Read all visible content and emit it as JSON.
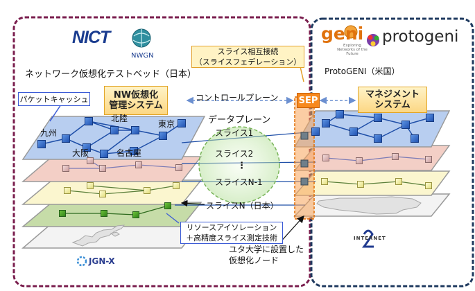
{
  "japan": {
    "title": "ネットワーク仮想化テストベッド（日本）",
    "nict_logo": "NICT",
    "nwgn_logo": "NWGN",
    "jgn_logo": "JGN-X",
    "mgmt_box": {
      "line1": "NW仮想化",
      "line2": "管理システム"
    },
    "cities": {
      "kyushu": "九州",
      "hokuriku": "北陸",
      "tokyo": "東京",
      "osaka": "大阪",
      "nagoya": "名古屋"
    },
    "packet_cache": "パケットキャッシュ"
  },
  "us": {
    "title": "ProtoGENI（米国）",
    "geni_logo": "geni",
    "geni_tagline": "Exploring Networks of the Future",
    "protogeni_logo": "protogeni",
    "internet2_logo": "INTERNET",
    "mgmt_box": {
      "line1": "マネジメント",
      "line2": "システム"
    }
  },
  "center": {
    "control_plane": "コントロールプレーン",
    "data_plane": "データプレーン",
    "slice1": "スライス1",
    "slice2": "スライス2",
    "ellipsis": "⋮",
    "sliceN1": "スライスN-1",
    "sliceN": "スライスN（日本）",
    "sep": "SEP",
    "federation": {
      "line1": "スライス相互接続",
      "line2": "（スライスフェデレーション）"
    },
    "resource_iso": {
      "line1": "リソースアイソレーション",
      "line2": "＋高精度スライス測定技術"
    },
    "utah_node": {
      "line1": "ユタ大学に設置した",
      "line2": "仮想化ノード"
    }
  },
  "colors": {
    "japan_border": "#7a1e4e",
    "us_border": "#1f3a5f",
    "slice_blue": "#b8cef0",
    "slice_pink": "#f3cfc6",
    "slice_yellow": "#fbf6cf",
    "slice_green": "#c6dca8",
    "sep_orange": "#f7891f"
  }
}
